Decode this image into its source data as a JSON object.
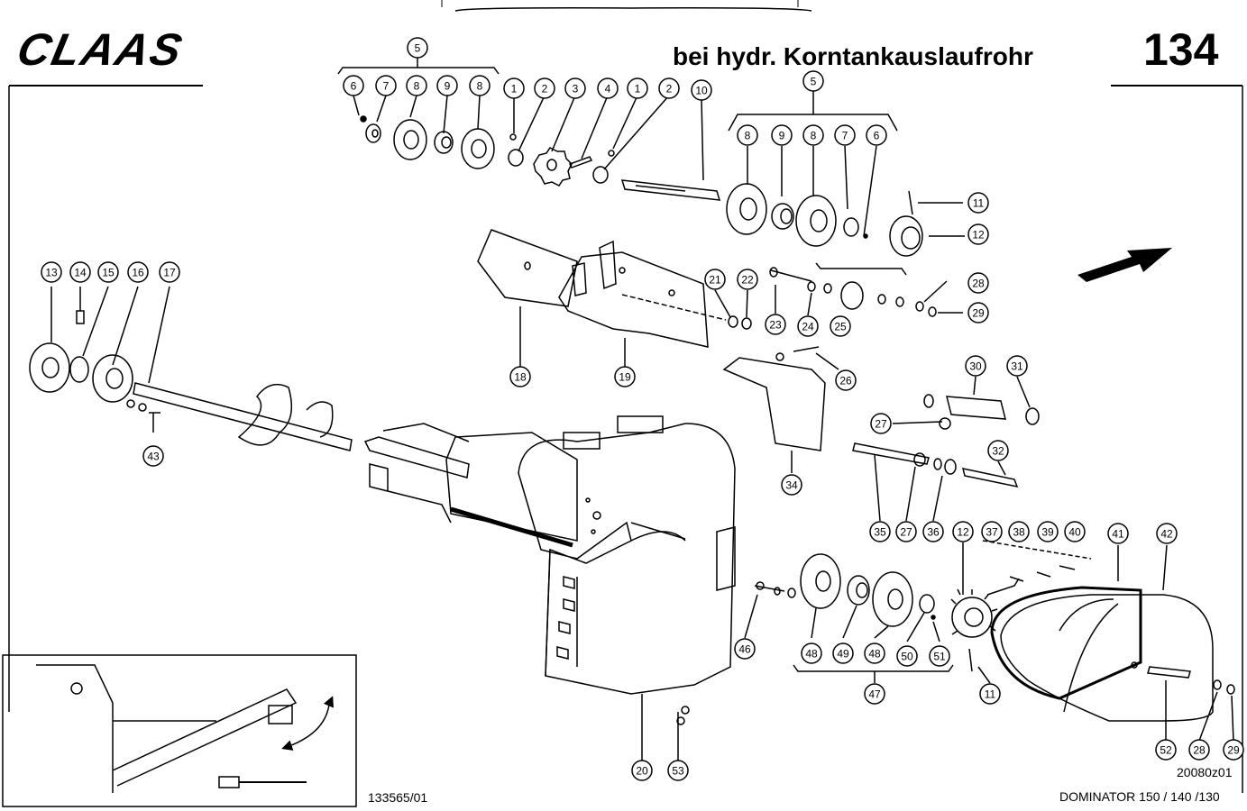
{
  "header": {
    "brand": "CLAAS",
    "title": "bei hydr. Korntankauslaufrohr",
    "page_number": "134"
  },
  "footer": {
    "doc_code": "133565/01",
    "drawing_code": "20080z01",
    "model": "DOMINATOR 150 / 140 /130"
  },
  "callouts": [
    "5",
    "6",
    "7",
    "8",
    "9",
    "8",
    "1",
    "2",
    "3",
    "4",
    "1",
    "2",
    "10",
    "5",
    "8",
    "9",
    "8",
    "7",
    "6",
    "11",
    "12",
    "13",
    "14",
    "15",
    "16",
    "17",
    "43",
    "18",
    "19",
    "21",
    "22",
    "23",
    "24",
    "25",
    "28",
    "29",
    "26",
    "34",
    "30",
    "31",
    "27",
    "32",
    "35",
    "27",
    "36",
    "12",
    "37",
    "38",
    "39",
    "40",
    "41",
    "42",
    "46",
    "48",
    "49",
    "48",
    "50",
    "51",
    "47",
    "11",
    "52",
    "28",
    "29",
    "20",
    "53"
  ]
}
